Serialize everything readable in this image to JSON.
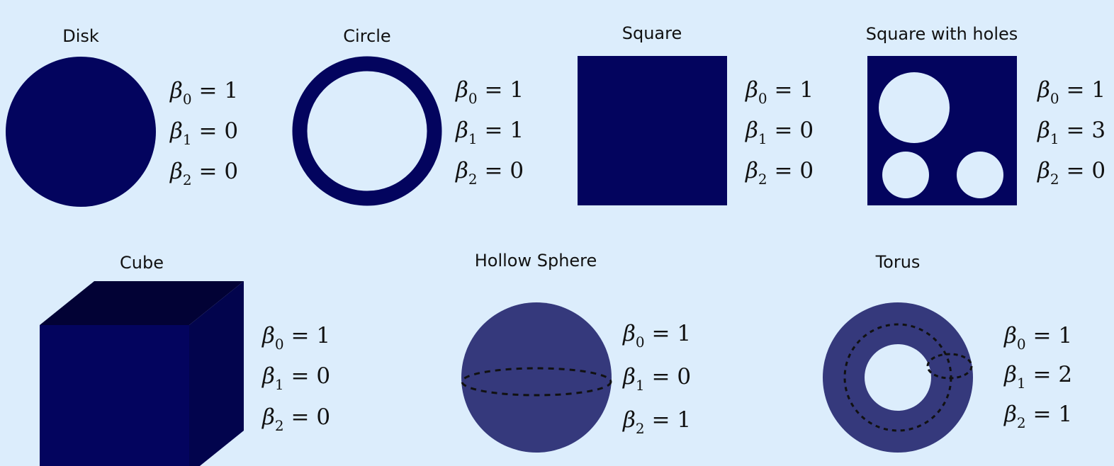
{
  "symbol": "β",
  "colors": {
    "background": "#dcedfc",
    "solid": "#03045e",
    "cube_top": "#020235",
    "cube_side": "#02044d",
    "shaded": "#35397c",
    "ink": "#111111"
  },
  "shapes": [
    {
      "title": "Disk",
      "betti": [
        {
          "sub": "0",
          "val": "1"
        },
        {
          "sub": "1",
          "val": "0"
        },
        {
          "sub": "2",
          "val": "0"
        }
      ]
    },
    {
      "title": "Circle",
      "betti": [
        {
          "sub": "0",
          "val": "1"
        },
        {
          "sub": "1",
          "val": "1"
        },
        {
          "sub": "2",
          "val": "0"
        }
      ]
    },
    {
      "title": "Square",
      "betti": [
        {
          "sub": "0",
          "val": "1"
        },
        {
          "sub": "1",
          "val": "0"
        },
        {
          "sub": "2",
          "val": "0"
        }
      ]
    },
    {
      "title": "Square with holes",
      "betti": [
        {
          "sub": "0",
          "val": "1"
        },
        {
          "sub": "1",
          "val": "3"
        },
        {
          "sub": "2",
          "val": "0"
        }
      ]
    },
    {
      "title": "Cube",
      "betti": [
        {
          "sub": "0",
          "val": "1"
        },
        {
          "sub": "1",
          "val": "0"
        },
        {
          "sub": "2",
          "val": "0"
        }
      ]
    },
    {
      "title": "Hollow Sphere",
      "betti": [
        {
          "sub": "0",
          "val": "1"
        },
        {
          "sub": "1",
          "val": "0"
        },
        {
          "sub": "2",
          "val": "1"
        }
      ]
    },
    {
      "title": "Torus",
      "betti": [
        {
          "sub": "0",
          "val": "1"
        },
        {
          "sub": "1",
          "val": "2"
        },
        {
          "sub": "2",
          "val": "1"
        }
      ]
    }
  ]
}
